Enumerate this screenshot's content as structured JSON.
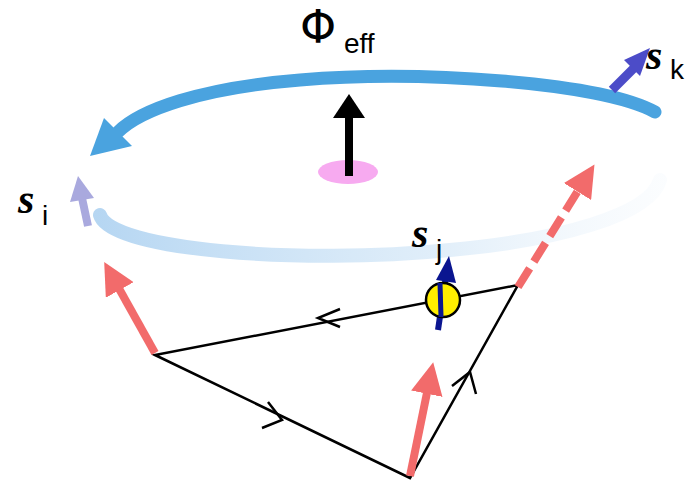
{
  "diagram": {
    "labels": [
      "Φ",
      "eff",
      "s",
      "i",
      "s",
      "j",
      "s",
      "k"
    ]
  }
}
